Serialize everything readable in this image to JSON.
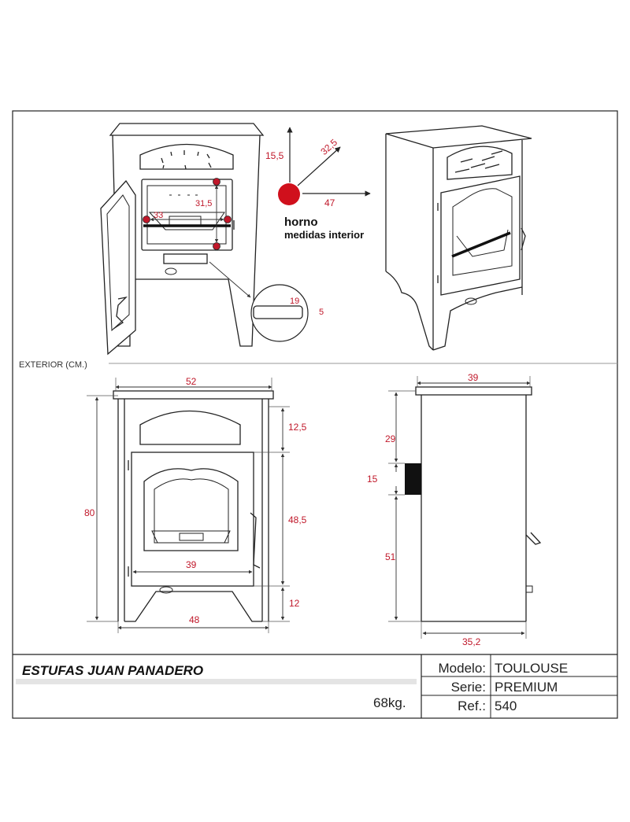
{
  "colors": {
    "accent": "#c0182a",
    "line": "#222222"
  },
  "oven": {
    "label": "horno",
    "sublabel": "medidas interior",
    "height": "15,5",
    "depth": "32,5",
    "width": "47",
    "inner_height": "31,5",
    "inner_width": "33"
  },
  "ash_slot": {
    "width": "19",
    "height": "5"
  },
  "section_label": "EXTERIOR (CM.)",
  "front": {
    "top_width": "52",
    "oven_height": "12,5",
    "firebox_height": "48,5",
    "total_height": "80",
    "door_width": "39",
    "leg_height": "12",
    "base_width": "48"
  },
  "side": {
    "top_depth": "39",
    "upper": "29",
    "flue": "15",
    "lower": "51",
    "base_depth": "35,2"
  },
  "title_block": {
    "brand": "ESTUFAS JUAN PANADERO",
    "weight": "68kg.",
    "model_label": "Modelo:",
    "model_value": "TOULOUSE",
    "series_label": "Serie:",
    "series_value": "PREMIUM",
    "ref_label": "Ref.:",
    "ref_value": "540"
  }
}
